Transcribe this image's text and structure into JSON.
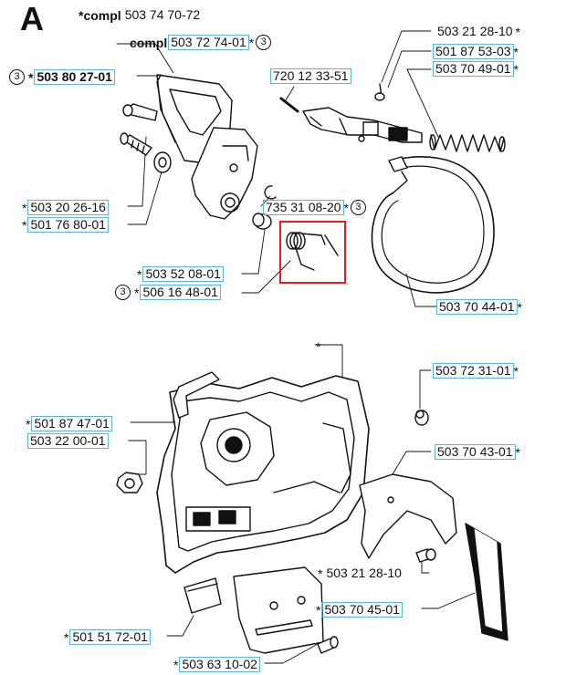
{
  "section_letter": "A",
  "colors": {
    "part_link": "#5fb4d8",
    "highlight": "#e02020",
    "line": "#111111"
  },
  "callouts": [
    {
      "id": "c1",
      "prefix": "*compl ",
      "part": "503 74 70-72",
      "suffix": "",
      "circle_before": "",
      "circle_after": ""
    },
    {
      "id": "c2",
      "prefix": "compl ",
      "part": "503 72 74-01",
      "suffix": "*",
      "circle_before": "",
      "circle_after": "3"
    },
    {
      "id": "c3",
      "prefix": "*",
      "part": "503 80 27-01",
      "suffix": "",
      "circle_before": "3",
      "circle_after": ""
    },
    {
      "id": "c4",
      "prefix": "",
      "part": "720 12 33-51",
      "suffix": "",
      "circle_before": "",
      "circle_after": ""
    },
    {
      "id": "c5",
      "prefix": "",
      "part": "503 21 28-10",
      "suffix": "*",
      "circle_before": "",
      "circle_after": ""
    },
    {
      "id": "c6",
      "prefix": "",
      "part": "501 87 53-03",
      "suffix": "*",
      "circle_before": "",
      "circle_after": ""
    },
    {
      "id": "c7",
      "prefix": "",
      "part": "503  70 49-01",
      "suffix": "*",
      "circle_before": "",
      "circle_after": ""
    },
    {
      "id": "c8",
      "prefix": "*",
      "part": "503 20 26-16",
      "suffix": "",
      "circle_before": "",
      "circle_after": ""
    },
    {
      "id": "c9",
      "prefix": "*",
      "part": "501 76 80-01",
      "suffix": "",
      "circle_before": "",
      "circle_after": ""
    },
    {
      "id": "c10",
      "prefix": "",
      "part": "735 31 08-20",
      "suffix": "*",
      "circle_before": "",
      "circle_after": "3"
    },
    {
      "id": "c11",
      "prefix": "*",
      "part": "503 52 08-01",
      "suffix": "",
      "circle_before": "",
      "circle_after": ""
    },
    {
      "id": "c12",
      "prefix": "*",
      "part": "506 16 48-01",
      "suffix": "",
      "circle_before": "3",
      "circle_after": ""
    },
    {
      "id": "c13",
      "prefix": "",
      "part": "503 70 44-01",
      "suffix": "*",
      "circle_before": "",
      "circle_after": ""
    },
    {
      "id": "c14",
      "prefix": "",
      "part": "503 72 31-01",
      "suffix": "*",
      "circle_before": "",
      "circle_after": ""
    },
    {
      "id": "c15",
      "prefix": "*",
      "part": "501 87 47-01",
      "suffix": "",
      "circle_before": "",
      "circle_after": ""
    },
    {
      "id": "c16",
      "prefix": "",
      "part": "503 22 00-01",
      "suffix": "",
      "circle_before": "",
      "circle_after": ""
    },
    {
      "id": "c17",
      "prefix": "",
      "part": "503 70 43-01",
      "suffix": "*",
      "circle_before": "",
      "circle_after": ""
    },
    {
      "id": "c18",
      "prefix": "*",
      "part": "503 21 28-10",
      "suffix": "",
      "circle_before": "",
      "circle_after": ""
    },
    {
      "id": "c19",
      "prefix": "*",
      "part": "503 70 45-01",
      "suffix": "",
      "circle_before": "",
      "circle_after": ""
    },
    {
      "id": "c20",
      "prefix": "*",
      "part": "501 51 72-01",
      "suffix": "",
      "circle_before": "",
      "circle_after": ""
    },
    {
      "id": "c21",
      "prefix": "*",
      "part": "503 63 10-02",
      "suffix": "",
      "circle_before": "",
      "circle_after": ""
    },
    {
      "id": "c22",
      "prefix": "*",
      "part": "",
      "suffix": "",
      "circle_before": "",
      "circle_after": ""
    }
  ]
}
